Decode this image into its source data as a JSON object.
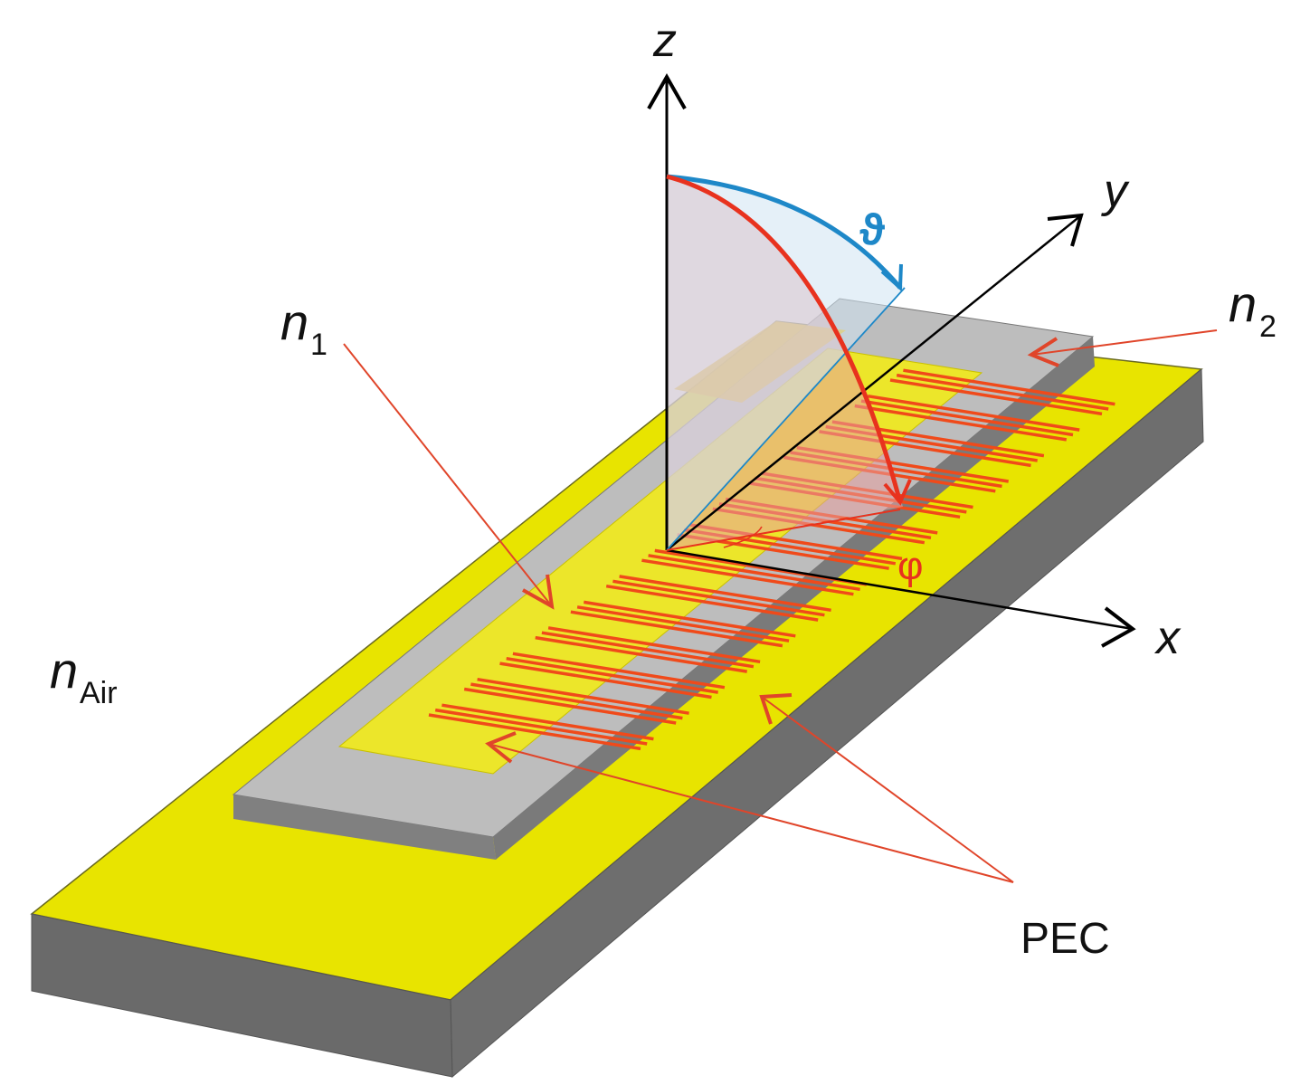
{
  "labels": {
    "z_axis": "z",
    "y_axis": "y",
    "x_axis": "x",
    "theta": "ϑ",
    "phi": "φ",
    "n1_base": "n",
    "n1_sub": "1",
    "n2_base": "n",
    "n2_sub": "2",
    "nair_base": "n",
    "nair_sub": "Air",
    "pec": "PEC"
  },
  "colors": {
    "pec_yellow": "#E8E400",
    "substrate_gray": "#BDBDBD",
    "side_dark": "#6E6E6E",
    "grating_red": "#F04A1A",
    "theta_blue": "#1E88C8",
    "phi_red": "#E8321E",
    "arrow_red": "#E0452A",
    "axis_black": "#000000"
  }
}
